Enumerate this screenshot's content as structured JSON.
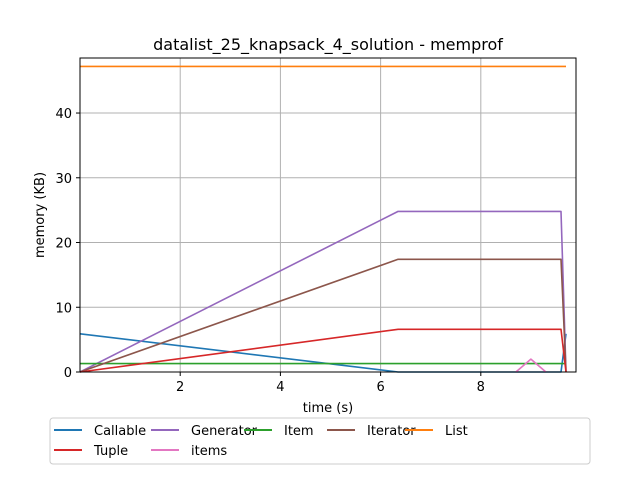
{
  "chart_data": {
    "type": "line",
    "title": "datalist_25_knapsack_4_solution - memprof",
    "xlabel": "time (s)",
    "ylabel": "memory (KB)",
    "xlim": [
      0.0,
      9.9
    ],
    "ylim": [
      0,
      48.5
    ],
    "xticks": [
      2,
      4,
      6,
      8
    ],
    "yticks": [
      0,
      10,
      20,
      30,
      40
    ],
    "grid": true,
    "legend": {
      "placement": "bottom",
      "columns": 5
    },
    "series": [
      {
        "name": "Callable",
        "color": "#1f77b4",
        "x": [
          0.0,
          6.35,
          9.6,
          9.7
        ],
        "y": [
          5.9,
          0.0,
          0.0,
          5.9
        ]
      },
      {
        "name": "Generator",
        "color": "#9467bd",
        "x": [
          0.0,
          6.35,
          9.6,
          9.7
        ],
        "y": [
          0.0,
          24.8,
          24.8,
          0.0
        ]
      },
      {
        "name": "Item",
        "color": "#2ca02c",
        "x": [
          0.0,
          9.7
        ],
        "y": [
          1.3,
          1.3
        ]
      },
      {
        "name": "Iterator",
        "color": "#8c564b",
        "x": [
          0.0,
          6.35,
          9.6,
          9.7
        ],
        "y": [
          0.0,
          17.4,
          17.4,
          0.0
        ]
      },
      {
        "name": "List",
        "color": "#ff7f0e",
        "x": [
          0.0,
          9.7
        ],
        "y": [
          47.2,
          47.2
        ]
      },
      {
        "name": "Tuple",
        "color": "#d62728",
        "x": [
          0.0,
          6.35,
          9.6,
          9.7
        ],
        "y": [
          0.0,
          6.6,
          6.6,
          0.0
        ]
      },
      {
        "name": "items",
        "color": "#e377c2",
        "x": [
          8.7,
          9.0,
          9.3
        ],
        "y": [
          0.0,
          2.0,
          0.0
        ]
      }
    ]
  }
}
